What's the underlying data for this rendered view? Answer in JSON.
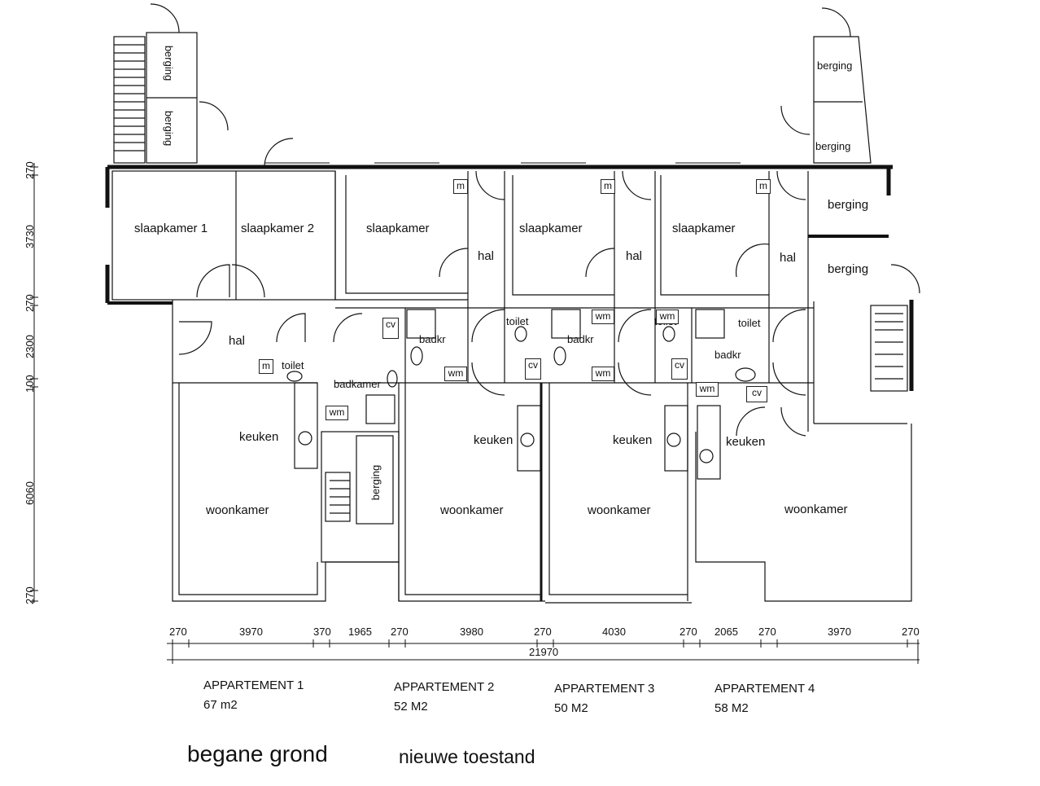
{
  "rooms": {
    "slaapkamer1": "slaapkamer 1",
    "slaapkamer2": "slaapkamer 2",
    "slaapkamer_a2": "slaapkamer",
    "slaapkamer_a3": "slaapkamer",
    "slaapkamer_a4": "slaapkamer",
    "hal_a1": "hal",
    "hal_a2": "hal",
    "hal_a3": "hal",
    "hal_a4": "hal",
    "toilet_a1": "toilet",
    "toilet_a2": "toilet",
    "toilet_a3": "toilet",
    "toilet_a4": "toilet",
    "badkamer_a1": "badkamer",
    "badkr_a2": "badkr",
    "badkr_a3": "badkr",
    "badkr_a4": "badkr",
    "keuken_a1": "keuken",
    "keuken_a2": "keuken",
    "keuken_a3": "keuken",
    "keuken_a4": "keuken",
    "woonkamer_a1": "woonkamer",
    "woonkamer_a2": "woonkamer",
    "woonkamer_a3": "woonkamer",
    "woonkamer_a4": "woonkamer",
    "berging_top1": "berging",
    "berging_top2": "berging",
    "berging_right1": "berging",
    "berging_right2": "berging",
    "berging_right3": "berging",
    "berging_right4": "berging",
    "berging_stair": "berging"
  },
  "fixtures": {
    "m": "m",
    "cv": "cv",
    "wm": "wm"
  },
  "dimensions_horizontal": [
    "270",
    "3970",
    "370",
    "1965",
    "270",
    "3980",
    "270",
    "4030",
    "270",
    "2065",
    "270",
    "3970",
    "270"
  ],
  "dimension_total": "21970",
  "dimensions_vertical": [
    "270",
    "3730",
    "270",
    "2300",
    "100",
    "6060",
    "270"
  ],
  "apartments": [
    {
      "name": "APPARTEMENT 1",
      "area": "67 m2"
    },
    {
      "name": "APPARTEMENT 2",
      "area": "52 M2"
    },
    {
      "name": "APPARTEMENT 3",
      "area": "50 M2"
    },
    {
      "name": "APPARTEMENT 4",
      "area": "58 M2"
    }
  ],
  "title": "begane grond",
  "subtitle": "nieuwe toestand"
}
